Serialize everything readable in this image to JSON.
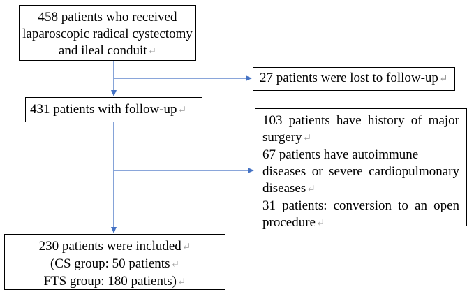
{
  "colors": {
    "box_border": "#000000",
    "arrow": "#4472c4",
    "paragraph_mark": "#9a9a9a"
  },
  "paragraph_mark": "↵",
  "boxes": {
    "start": {
      "lines": [
        "458 patients who received",
        "laparoscopic radical cystectomy",
        "and ileal conduit"
      ]
    },
    "lost": {
      "lines": [
        "27 patients were lost to follow-up"
      ]
    },
    "followup": {
      "lines": [
        "431 patients with follow-up"
      ]
    },
    "excluded": {
      "lines": [
        "103 patients have history of major",
        "surgery",
        "67 patients have autoimmune",
        "diseases or severe cardiopulmonary",
        "diseases",
        "31 patients: conversion to an open",
        "procedure"
      ]
    },
    "included": {
      "lines": [
        "230 patients were included",
        "(CS group: 50 patients",
        "FTS group: 180 patients)"
      ]
    }
  }
}
